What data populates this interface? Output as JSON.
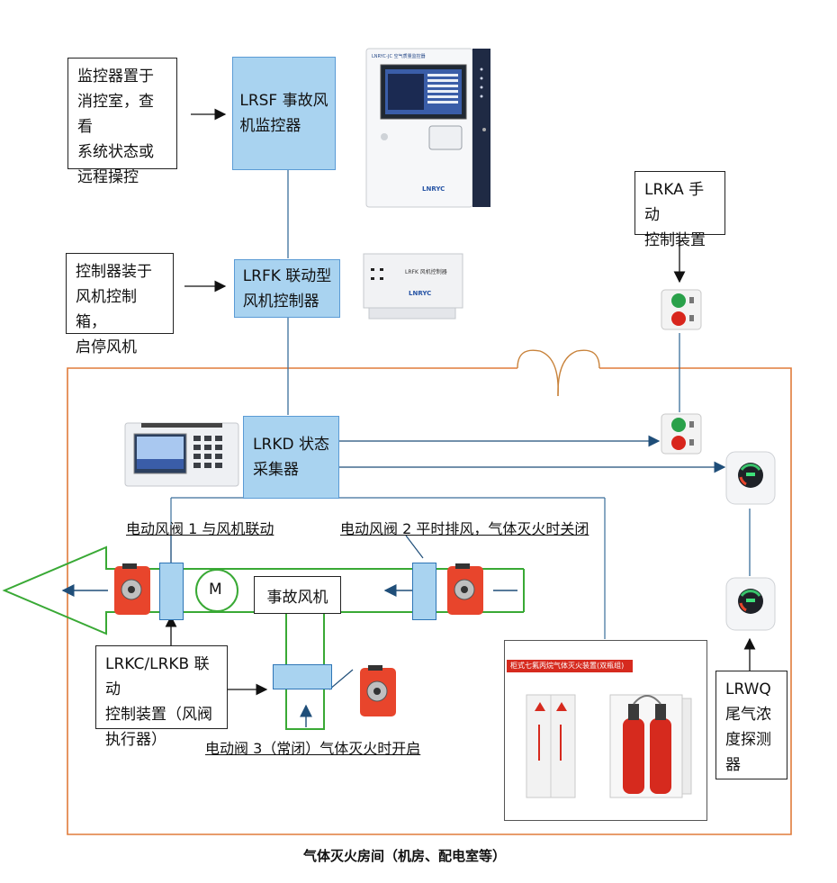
{
  "notes": {
    "monitor_note": "监控器置于\n消控室，查看\n系统状态或\n远程操控",
    "controller_note": "控制器装于\n风机控制箱，\n启停风机",
    "lrka": "LRKA 手动\n控制装置",
    "lrkc": "LRKC/LRKB 联动\n控制装置（风阀\n执行器）",
    "lrwq": "LRWQ\n尾气浓\n度探测\n器"
  },
  "devices": {
    "lrsf": "LRSF 事故风\n机监控器",
    "lrfk": "LRFK 联动型\n风机控制器",
    "lrkd": "LRKD 状态\n采集器",
    "fan": "事故风机",
    "motor": "M"
  },
  "labels": {
    "valve1": "电动风阀 1 与风机联动",
    "valve2": "电动风阀 2 平时排风，气体灭火时关闭",
    "valve3": "电动阀 3（常闭）气体灭火时开启"
  },
  "photos": {
    "monitor_brand": "LNRYC",
    "monitor_header": "LNRYC-JC 空气质量监控器",
    "controller_label": "LRFK 风机控制器",
    "controller_brand": "LNRYC",
    "extinguisher_title": "柜式七氟丙烷气体灭火装置(双瓶组)"
  },
  "caption": "气体灭火房间（机房、配电室等）",
  "colors": {
    "blue_box": "#a9d3f0",
    "blue_line": "#3a6e9a",
    "orange_border": "#e07b3a",
    "duct_green": "#39a935",
    "actuator_red": "#e8452c",
    "extinguisher_red": "#d62a1e"
  }
}
